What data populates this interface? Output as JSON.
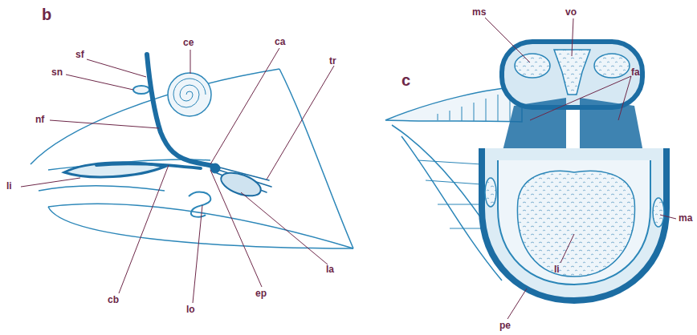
{
  "diagram": {
    "labels": [
      "b",
      "sf",
      "sn",
      "ce",
      "ca",
      "tr",
      "nf",
      "li",
      "cb",
      "lo",
      "ep",
      "la",
      "c",
      "ms",
      "vo",
      "fa",
      "ma",
      "li",
      "pe"
    ]
  }
}
